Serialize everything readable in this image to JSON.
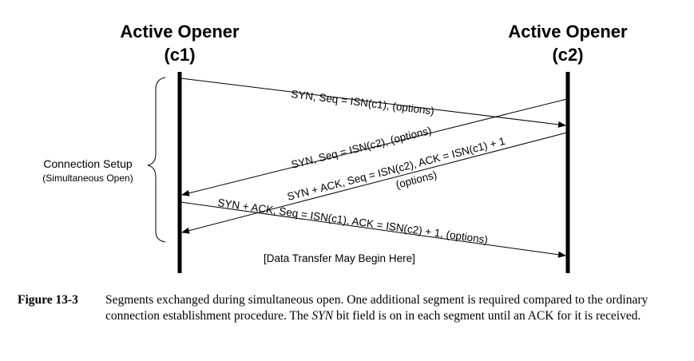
{
  "hosts": [
    {
      "title": "Active Opener",
      "id": "(c1)"
    },
    {
      "title": "Active Opener",
      "id": "(c2)"
    }
  ],
  "brace": {
    "label": "Connection Setup",
    "sublabel": "(Simultaneous Open)"
  },
  "messages": [
    {
      "text": "SYN, Seq = ISN(c1), (options)"
    },
    {
      "text": "SYN, Seq = ISN(c2), (options)"
    },
    {
      "text": "SYN + ACK, Seq = ISN(c2), ACK = ISN(c1) + 1",
      "text2": "(options)"
    },
    {
      "text": "SYN + ACK, Seq = ISN(c1), ACK = ISN(c2) + 1, (options)"
    }
  ],
  "note": "[Data Transfer May Begin Here]",
  "caption": {
    "number": "Figure 13-3",
    "part1": "Segments exchanged during simultaneous open. One additional segment is required compared to the ordinary connection establishment procedure. The ",
    "syn": "SYN",
    "part2": " bit field is on in each segment until an ACK for it is received."
  }
}
